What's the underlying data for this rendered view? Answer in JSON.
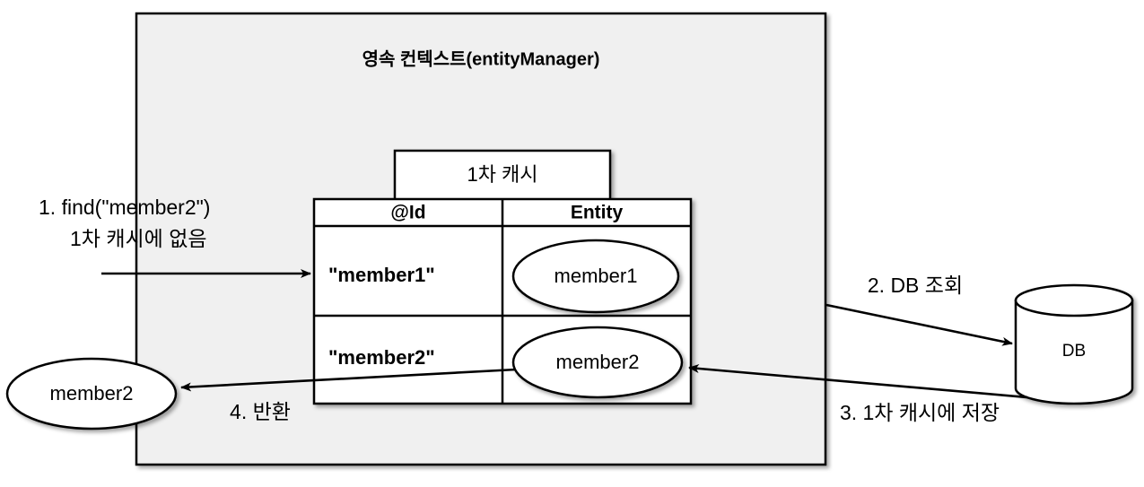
{
  "diagram": {
    "title": "영속 컨텍스트(entityManager)",
    "context_box": {
      "label": "영속 컨텍스트(entityManager)",
      "fill": "#f0f0f0",
      "stroke": "#000000"
    },
    "cache_tab": {
      "label": "1차 캐시"
    },
    "cache_table": {
      "columns": [
        "@Id",
        "Entity"
      ],
      "rows": [
        {
          "id": "\"member1\"",
          "entity": "member1"
        },
        {
          "id": "\"member2\"",
          "entity": "member2"
        }
      ]
    },
    "database": {
      "label": "DB"
    },
    "returned_entity": {
      "label": "member2"
    },
    "steps": [
      {
        "number": "1",
        "line1": "1. find(\"member2\")",
        "line2": "1차 캐시에 없음"
      },
      {
        "number": "2",
        "line1": "2. DB 조회",
        "line2": ""
      },
      {
        "number": "3",
        "line1": "3. 1차 캐시에 저장",
        "line2": ""
      },
      {
        "number": "4",
        "line1": "4. 반환",
        "line2": ""
      }
    ],
    "colors": {
      "stroke": "#000000",
      "box_fill": "#f0f0f0",
      "white": "#ffffff"
    }
  }
}
